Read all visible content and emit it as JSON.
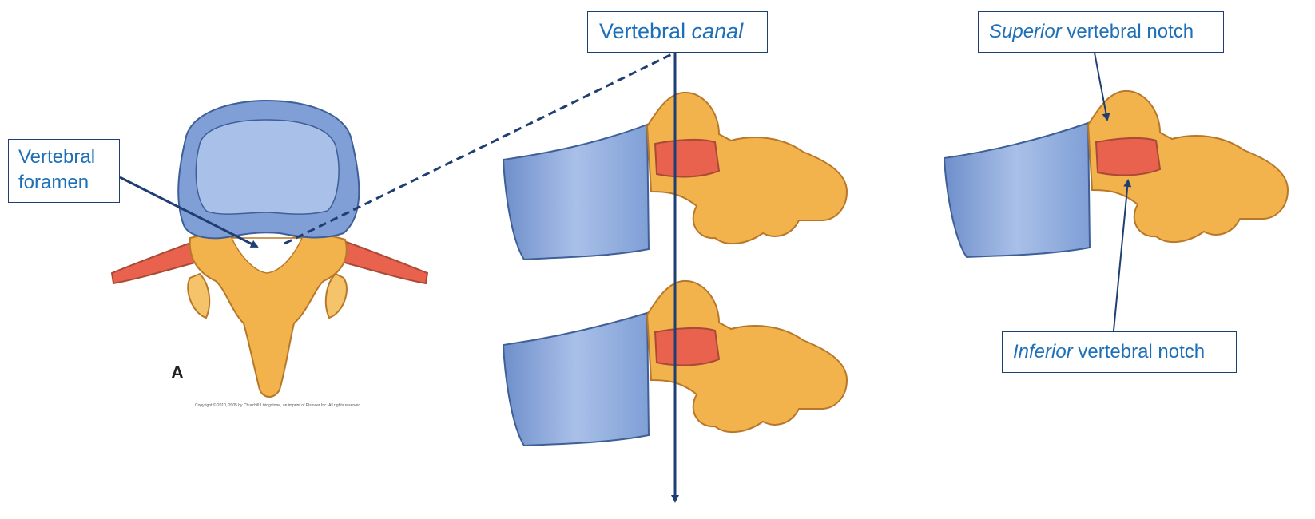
{
  "labels": {
    "foramen_line1": "Vertebral",
    "foramen_line2": "foramen",
    "canal_plain": "Vertebral ",
    "canal_italic": "canal",
    "superior_italic": "Superior",
    "superior_plain": " vertebral notch",
    "inferior_italic": "Inferior",
    "inferior_plain": " vertebral notch"
  },
  "figure_letter": "A",
  "copyright": "Copyright © 2010, 2005 by Churchill Livingstone, an imprint of Elsevier Inc. All rights reserved.",
  "colors": {
    "bone_body": "#7f9fd6",
    "bone_body_edge": "#3f5f97",
    "bone_arch": "#f2b24c",
    "bone_arch_edge": "#b8782a",
    "pedicle": "#e8624d",
    "label_text": "#1d6fb8",
    "arrow": "#1f3f73"
  }
}
